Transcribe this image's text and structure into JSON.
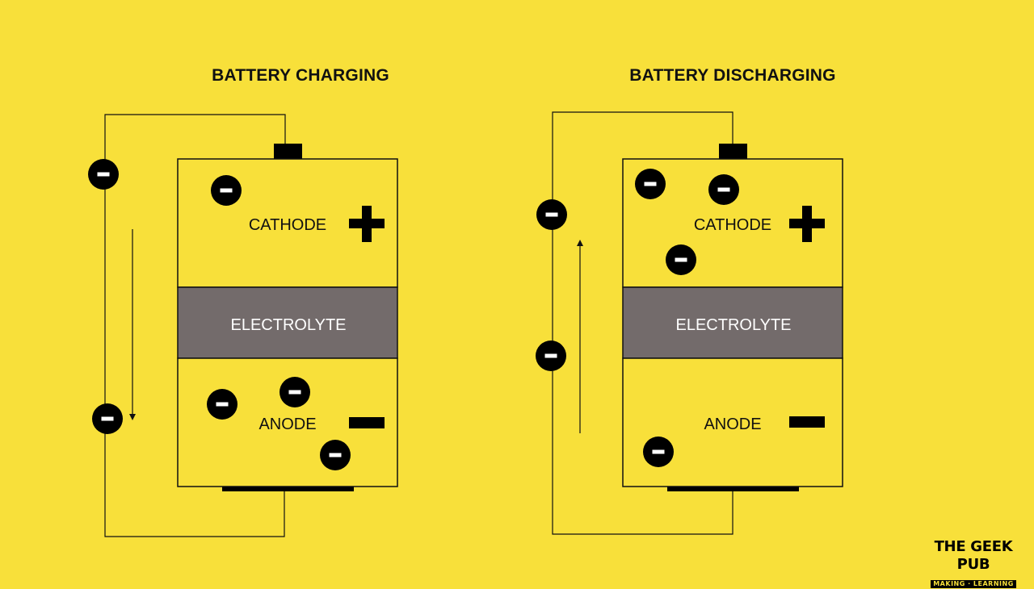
{
  "diagrams": [
    {
      "title": "BATTERY CHARGING",
      "cathode_label": "CATHODE",
      "electrolyte_label": "ELECTROLYTE",
      "anode_label": "ANODE"
    },
    {
      "title": "BATTERY DISCHARGING",
      "cathode_label": "CATHODE",
      "electrolyte_label": "ELECTROLYTE",
      "anode_label": "ANODE"
    }
  ],
  "brand": {
    "name": "THE GEEK PUB",
    "tagline": "MAKING · LEARNING"
  },
  "colors": {
    "background": "#f8e03a",
    "electrolyte": "#736b6b",
    "line": "#111111"
  }
}
